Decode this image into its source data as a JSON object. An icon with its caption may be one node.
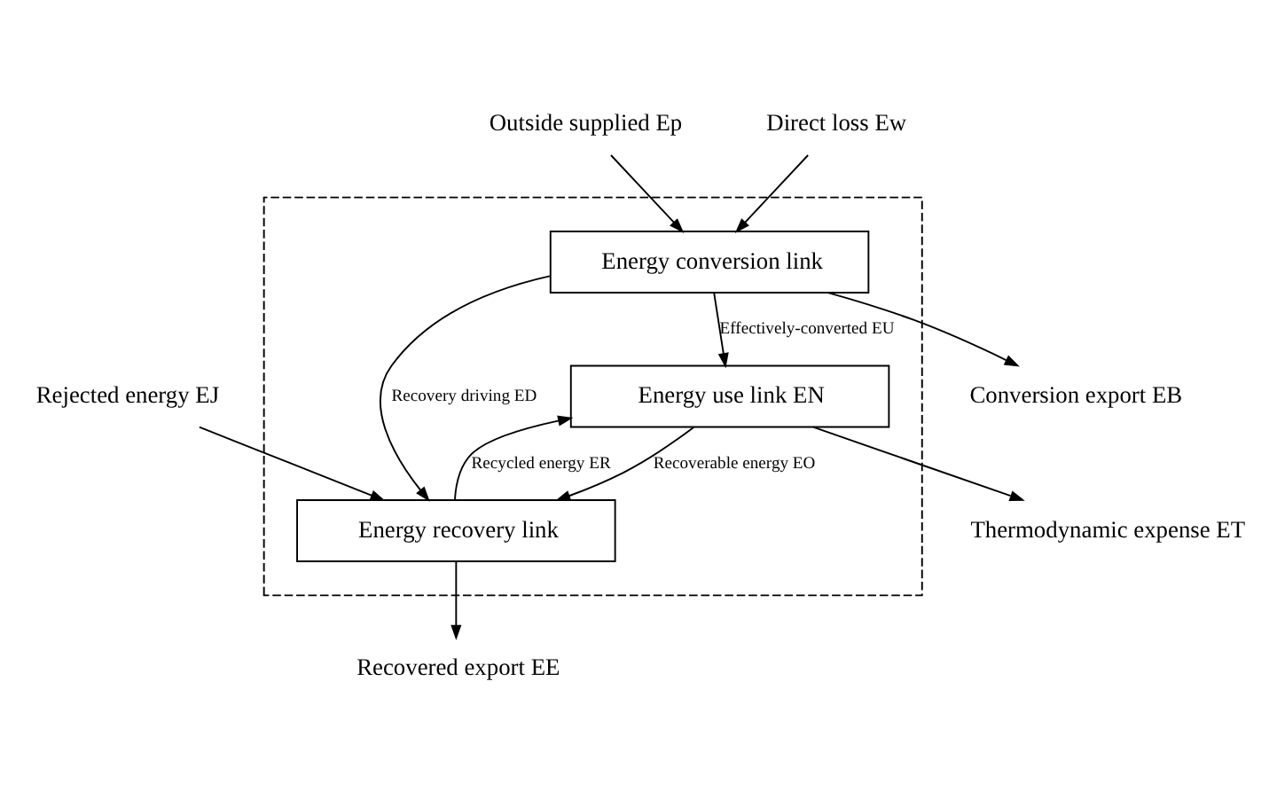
{
  "diagram": {
    "nodes": [
      {
        "text": [
          "Outside supplied Ep"
        ]
      },
      {
        "text": [
          "Direct loss Ew"
        ]
      },
      {
        "text": [],
        "shape": "box"
      },
      {
        "text": [
          "Energy conversion link"
        ],
        "in": 2
      },
      {
        "text": [
          "Conversion export EB"
        ]
      },
      {
        "text": [
          "Thermodynamic expense ET"
        ]
      },
      {
        "text": [
          "Energy use link EN"
        ],
        "in": 2
      },
      {
        "text": [
          "Rejected energy EJ"
        ]
      },
      {
        "text": [
          "Energy recovery link"
        ],
        "in": 2
      },
      {
        "text": [
          "Recovered export EE"
        ]
      }
    ],
    "edges": [
      {
        "from": 0,
        "to": 3,
        "arrow": "to"
      },
      {
        "from": 1,
        "to": 3,
        "arrow": "to"
      },
      {
        "from": 3,
        "to": 4,
        "arrow": "to"
      },
      {
        "from": 3,
        "to": 6,
        "arrow": "to",
        "label": "Effectively-converted EU"
      },
      {
        "from": 8,
        "to": 6,
        "arrow": "to",
        "label": "Recycled energy ER"
      },
      {
        "from": 6,
        "to": 5,
        "arrow": "to"
      },
      {
        "from": 3,
        "to": 8,
        "arrow": "to",
        "label": "Recovery driving ED"
      },
      {
        "from": 6,
        "to": 8,
        "arrow": "to",
        "label": "Recoverable energy EO"
      },
      {
        "from": 7,
        "to": 8,
        "arrow": "to"
      },
      {
        "from": 8,
        "to": 9,
        "arrow": "to"
      }
    ]
  }
}
